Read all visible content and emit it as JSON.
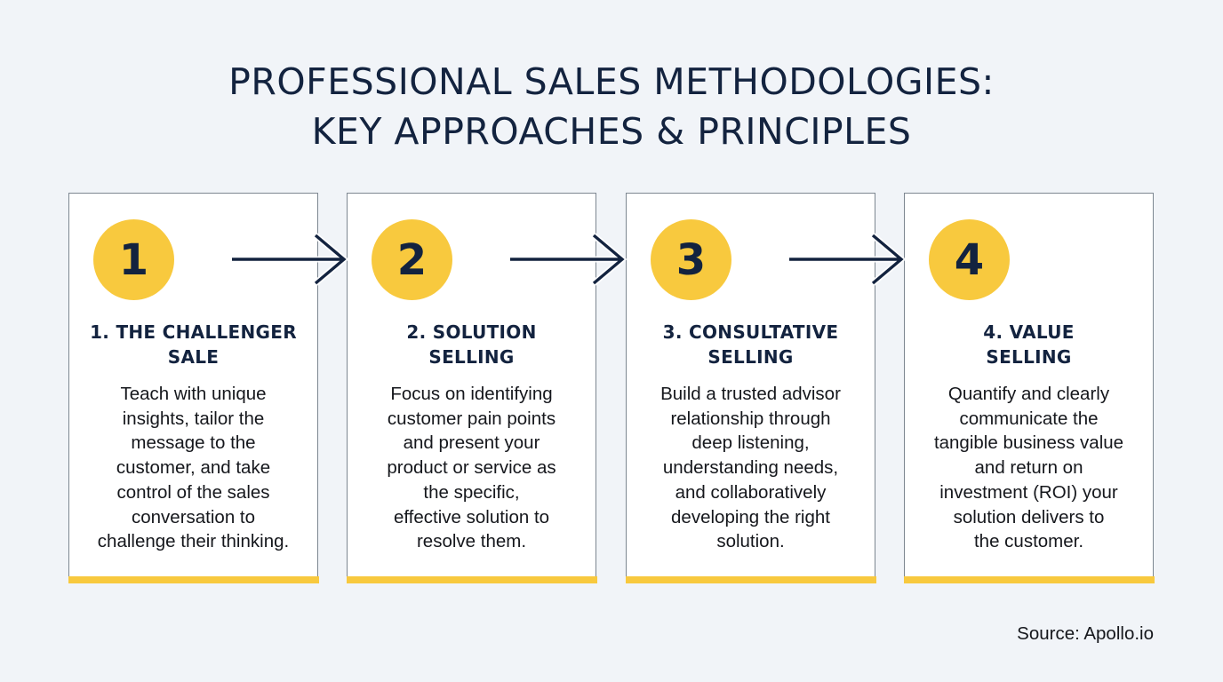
{
  "title": {
    "line1": "PROFESSIONAL SALES METHODOLOGIES:",
    "line2": "KEY APPROACHES & PRINCIPLES"
  },
  "colors": {
    "background": "#F1F4F8",
    "navy": "#13233F",
    "accent_yellow": "#F8C93E",
    "card_border": "#7D8791",
    "card_bg": "#FFFFFF"
  },
  "steps": [
    {
      "number": "1",
      "title_line1": "1. THE CHALLENGER",
      "title_line2": "SALE",
      "body": [
        "Teach with unique",
        "insights, tailor the",
        "message to the",
        "customer, and take",
        "control of the sales",
        "conversation to",
        "challenge their thinking."
      ]
    },
    {
      "number": "2",
      "title_line1": "2. SOLUTION",
      "title_line2": "SELLING",
      "body": [
        "Focus on identifying",
        "customer pain points",
        "and present your",
        "product or service as",
        "the specific,",
        "effective solution to",
        "resolve them."
      ]
    },
    {
      "number": "3",
      "title_line1": "3. CONSULTATIVE",
      "title_line2": "SELLING",
      "body": [
        "Build a trusted advisor",
        "relationship through",
        "deep listening,",
        "understanding needs,",
        "and collaboratively",
        "developing the right",
        "solution."
      ]
    },
    {
      "number": "4",
      "title_line1": "4. VALUE",
      "title_line2": "SELLING",
      "body": [
        "Quantify and clearly",
        "communicate the",
        "tangible business value",
        "and return on",
        "investment (ROI) your",
        "solution delivers to",
        "the customer."
      ]
    }
  ],
  "connectors": [
    {
      "from": "1",
      "to": "2",
      "icon": "arrow-right-icon"
    },
    {
      "from": "2",
      "to": "3",
      "icon": "arrow-right-icon"
    },
    {
      "from": "3",
      "to": "4",
      "icon": "arrow-right-icon"
    }
  ],
  "source": "Source: Apollo.io"
}
